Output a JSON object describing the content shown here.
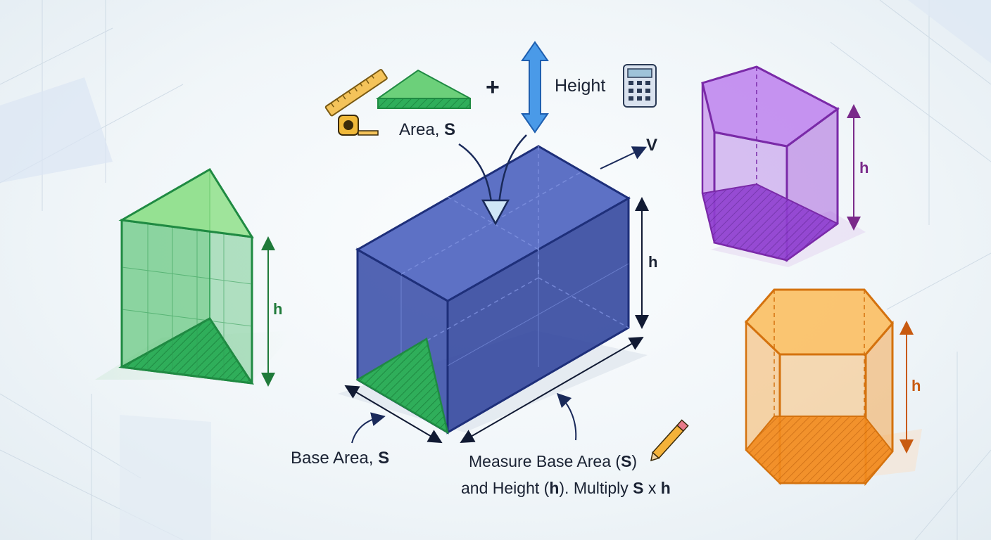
{
  "labels": {
    "area": "Area, ",
    "area_var": "S",
    "height": "Height",
    "volume_var": "V",
    "plus": "+",
    "h_main": "h",
    "h_triangle": "h",
    "h_pentagon": "h",
    "h_hexagon": "h",
    "base_area": "Base Area, ",
    "base_area_var": "S",
    "instruction_line1_a": "Measure Base Area (",
    "instruction_line1_var": "S",
    "instruction_line1_b": ")",
    "instruction_line2_a": "and Height (",
    "instruction_line2_var_h": "h",
    "instruction_line2_b": "). Multiply ",
    "instruction_line2_var_s": "S",
    "instruction_line2_x": " x ",
    "instruction_line2_var_h2": "h"
  },
  "icons": [
    "ruler-icon",
    "tape-measure-icon",
    "triangle-base-icon",
    "vertical-double-arrow-icon",
    "calculator-icon",
    "pencil-icon"
  ],
  "colors": {
    "green_prism": "#3fbf6a",
    "blue_prism": "#3b52b0",
    "purple_prism": "#a24fd8",
    "orange_prism": "#f5a030",
    "arrow_blue": "#3a86d8",
    "text": "#1a2233"
  }
}
